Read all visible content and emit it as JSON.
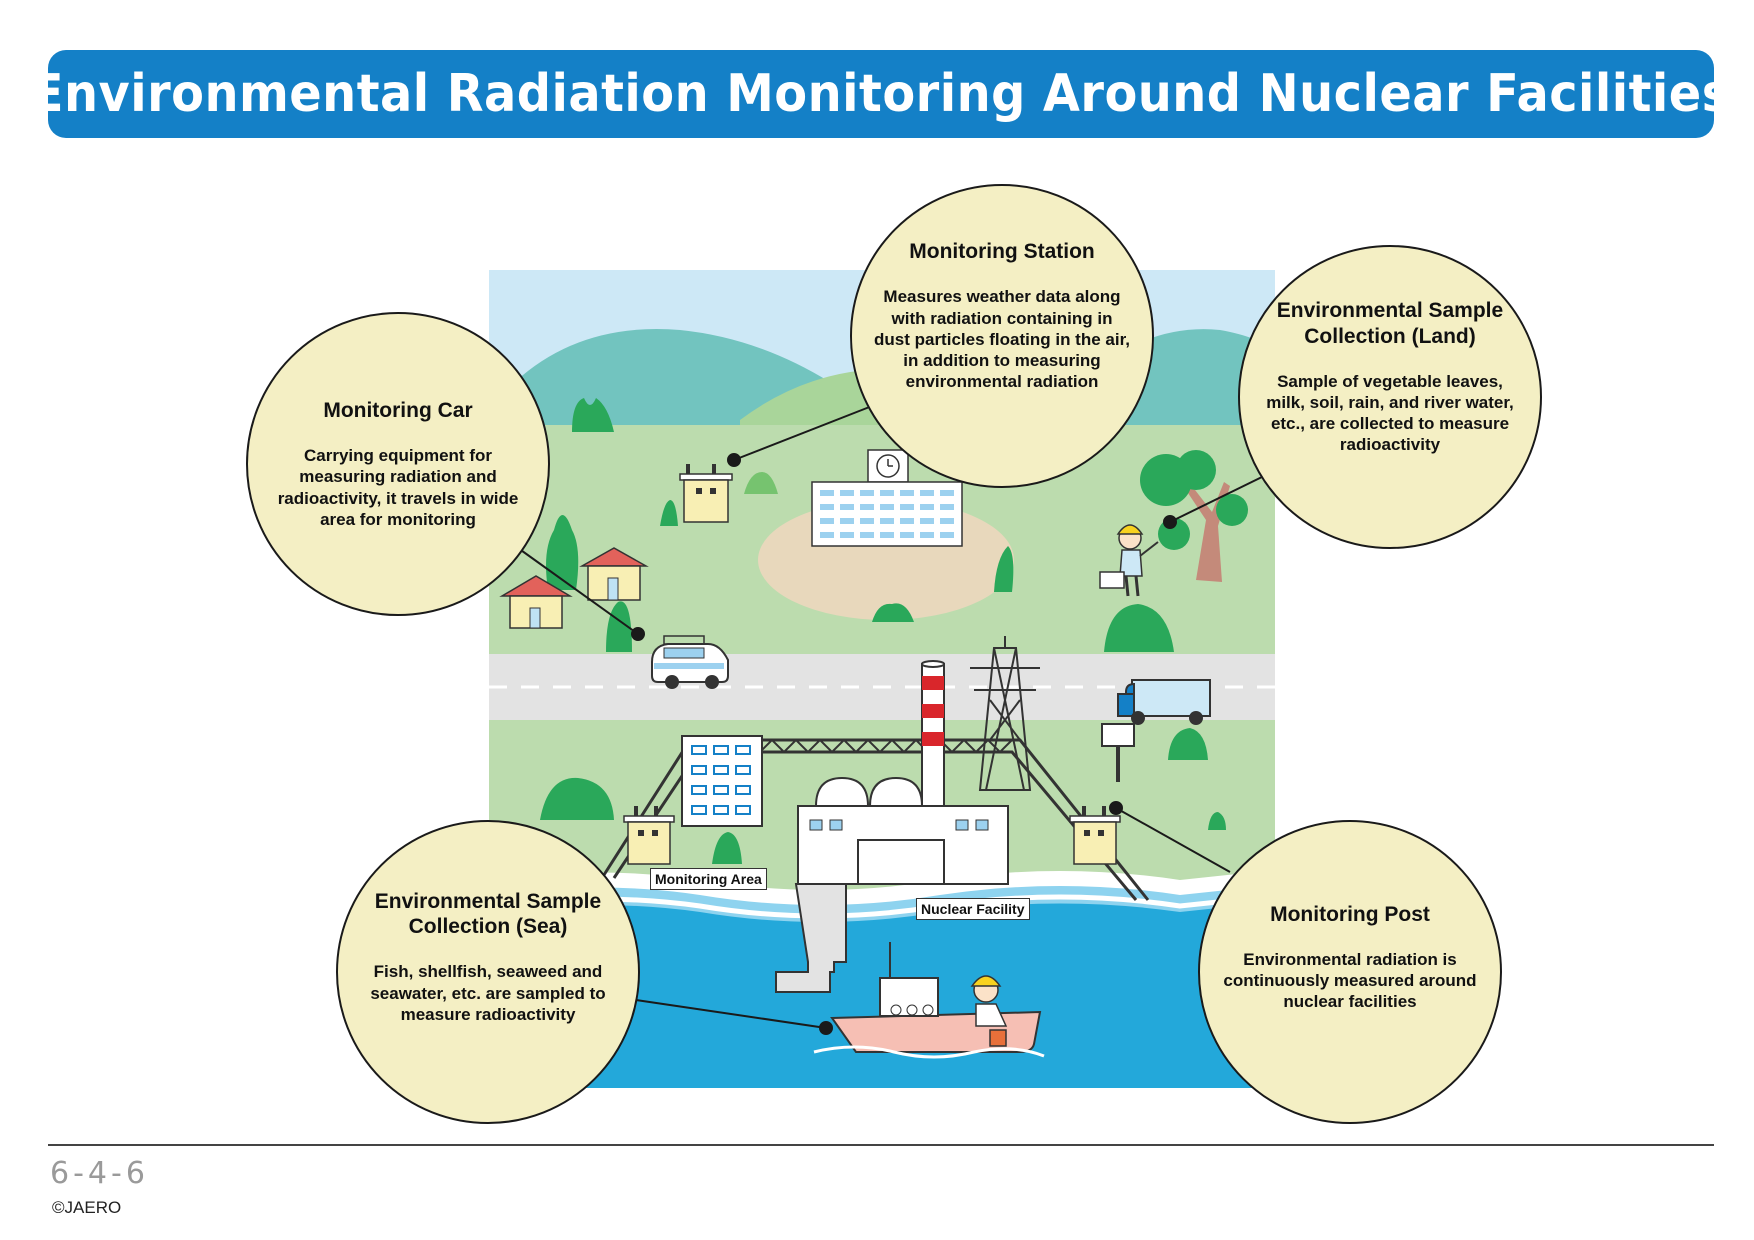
{
  "header": {
    "title": "Environmental Radiation Monitoring Around Nuclear Facilities"
  },
  "callouts": {
    "monitoring_car": {
      "title": "Monitoring Car",
      "text": "Carrying equipment for measuring radiation and radioactivity, it travels in wide area for monitoring"
    },
    "monitoring_station": {
      "title": "Monitoring Station",
      "text": "Measures weather data along with radiation containing in dust particles floating in the air, in addition to measuring environmental radiation"
    },
    "sample_land": {
      "title": "Environmental Sample Collection (Land)",
      "text": "Sample of vegetable leaves, milk, soil, rain, and river water, etc., are collected to measure radioactivity"
    },
    "sample_sea": {
      "title": "Environmental Sample Collection (Sea)",
      "text": "Fish, shellfish, seaweed and seawater, etc. are sampled to measure radioactivity"
    },
    "monitoring_post": {
      "title": "Monitoring Post",
      "text": "Environmental radiation is continuously measured around nuclear facilities"
    }
  },
  "labels": {
    "monitoring_area": "Monitoring Area",
    "nuclear_facility": "Nuclear Facility"
  },
  "footer": {
    "page_number": "6-4-6",
    "copyright": "©JAERO"
  },
  "colors": {
    "title_bar": "#1480c7",
    "callout_fill": "#f4efc4",
    "sky": "#cde8f6",
    "grass": "#bcdcae",
    "sea": "#23a8da",
    "chimney_red": "#d9262b"
  }
}
